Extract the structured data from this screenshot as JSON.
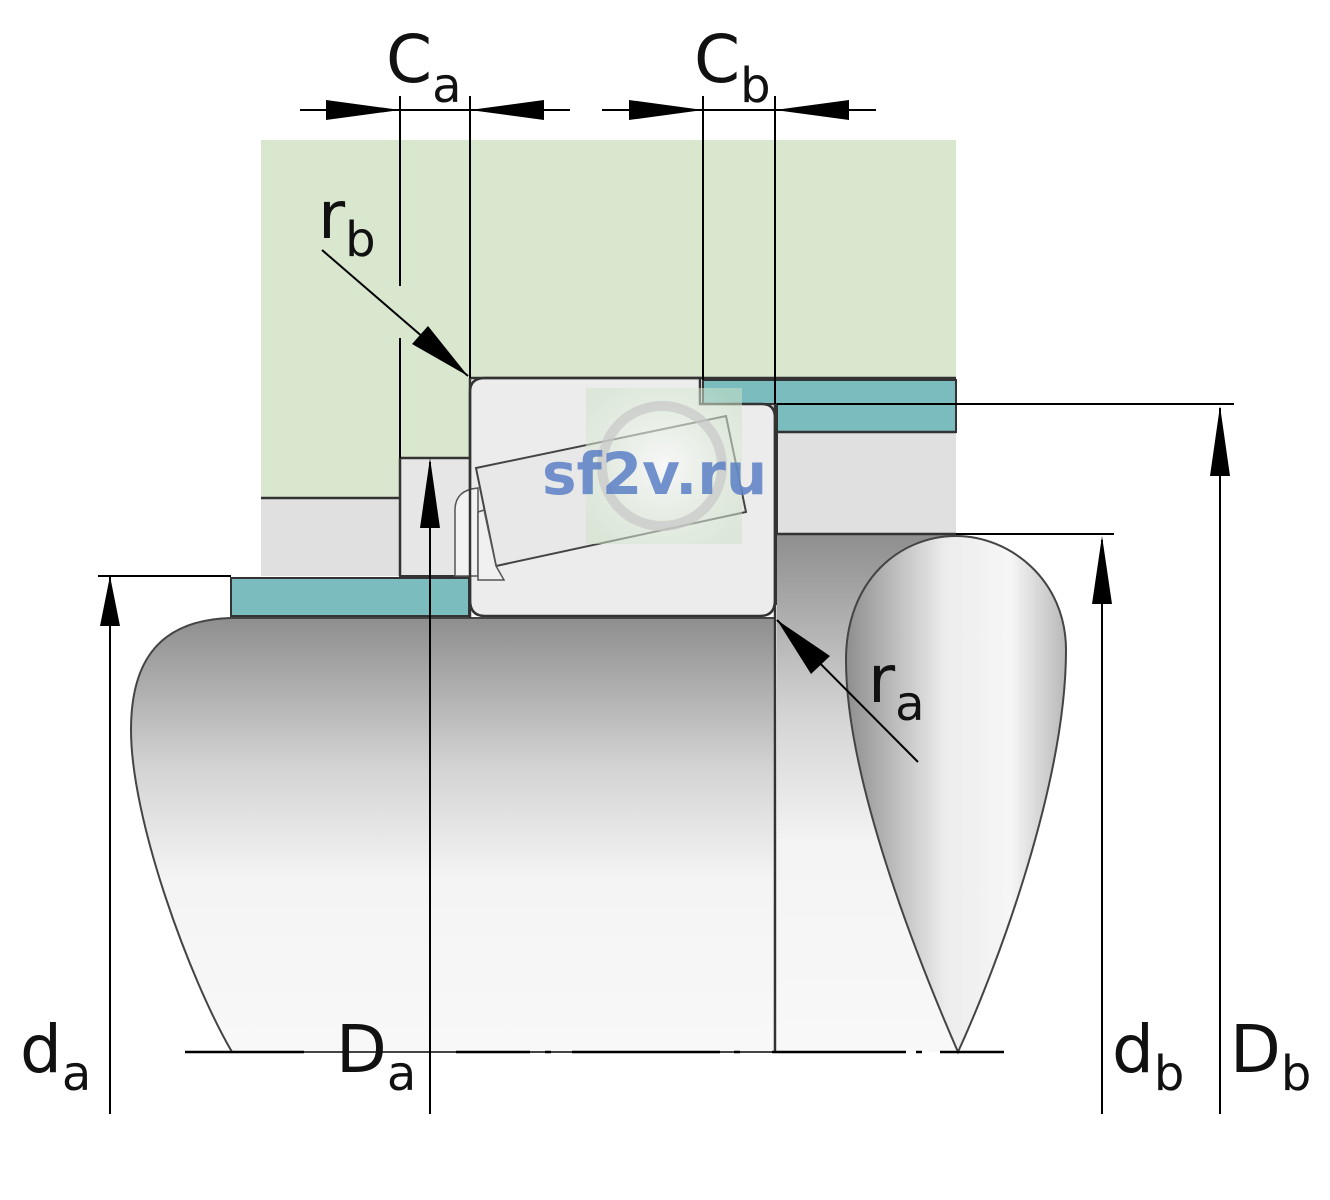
{
  "labels": {
    "ca": {
      "main": "C",
      "sub": "a"
    },
    "cb": {
      "main": "C",
      "sub": "b"
    },
    "rb": {
      "main": "r",
      "sub": "b"
    },
    "ra": {
      "main": "r",
      "sub": "a"
    },
    "da": {
      "main": "d",
      "sub": "a"
    },
    "Da": {
      "main": "D",
      "sub": "a"
    },
    "db": {
      "main": "d",
      "sub": "b"
    },
    "Db": {
      "main": "D",
      "sub": "b"
    }
  },
  "watermark": "sf2v.ru",
  "colors": {
    "housing": "#d9e7cf",
    "spacer": "#7bbcbf",
    "gray_part": "#e0e0e0",
    "bearing": "#ececec",
    "line": "#333333"
  }
}
